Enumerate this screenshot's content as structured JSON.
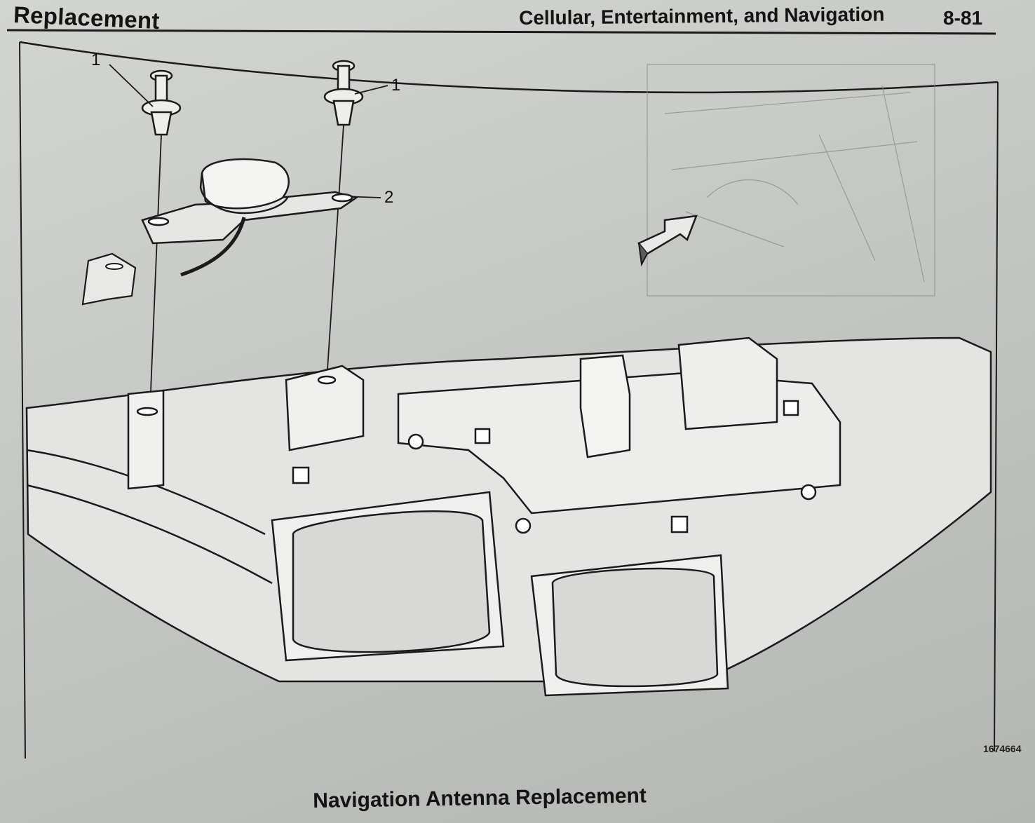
{
  "header": {
    "section_title": "Replacement",
    "chapter_title": "Cellular, Entertainment, and Navigation",
    "page_number": "8-81"
  },
  "figure": {
    "callouts": [
      "1",
      "1",
      "2"
    ],
    "figure_id": "1674664",
    "caption": "Navigation Antenna Replacement"
  }
}
